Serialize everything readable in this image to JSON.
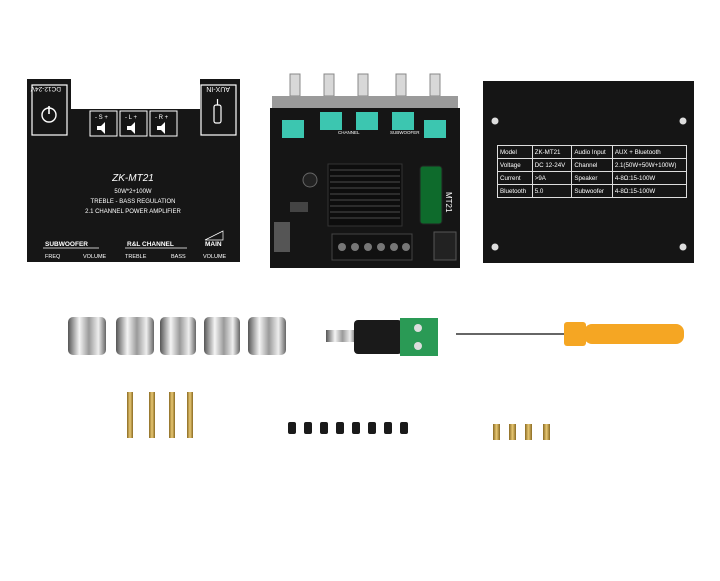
{
  "front_panel": {
    "power_label": "DC12-24V",
    "aux_label": "AUX-IN",
    "speaker_labels": [
      "- S +",
      "- L +",
      "- R +"
    ],
    "model": "ZK-MT21",
    "power_rating": "50W*2+100W",
    "line1": "TREBLE - BASS REGULATION",
    "line2": "2.1 CHANNEL POWER AMPLIFIER",
    "section_subwoofer": "SUBWOOFER",
    "section_rl": "R&L CHANNEL",
    "section_main": "MAIN",
    "knobs": [
      "FREQ",
      "VOLUME",
      "TREBLE",
      "BASS",
      "VOLUME"
    ]
  },
  "board": {
    "silk_label": "MT21",
    "header_labels": [
      "SUBWOOFER",
      "CHANNEL"
    ]
  },
  "spec_table": {
    "rows": [
      [
        "Model",
        "ZK-MT21",
        "Audio Input",
        "AUX + Bluetooth"
      ],
      [
        "Voltage",
        "DC 12-24V",
        "Channel",
        "2.1(50W+50W+100W)"
      ],
      [
        "Current",
        ">9A",
        "Speaker",
        "4-8Ω:15-100W"
      ],
      [
        "Bluetooth",
        "5.0",
        "Subwoofer",
        "4-8Ω:15-100W"
      ]
    ]
  },
  "colors": {
    "panel": "#1a1a1a",
    "pcb": "#151515",
    "teal": "#3cc6b0",
    "handle": "#f5a623",
    "terminal": "#2a9a55",
    "brass": "#c9a24a"
  },
  "icons": [
    "power-icon",
    "speaker-icon",
    "aux-jack-icon",
    "volume-ramp-icon"
  ]
}
